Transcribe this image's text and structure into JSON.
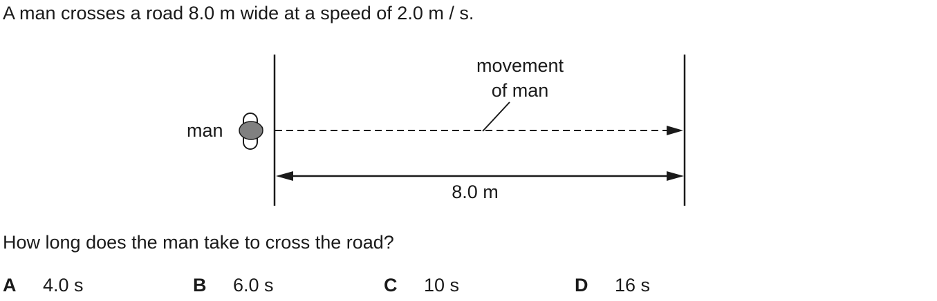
{
  "question": {
    "stem": "A man crosses a road 8.0 m wide at a speed of 2.0 m / s.",
    "prompt": "How long does the man take to cross the road?"
  },
  "diagram": {
    "man_label": "man",
    "movement_label_line1": "movement",
    "movement_label_line2": "of man",
    "width_label": "8.0 m"
  },
  "options": [
    {
      "letter": "A",
      "value": "4.0 s"
    },
    {
      "letter": "B",
      "value": "6.0 s"
    },
    {
      "letter": "C",
      "value": "10 s"
    },
    {
      "letter": "D",
      "value": "16 s"
    }
  ]
}
